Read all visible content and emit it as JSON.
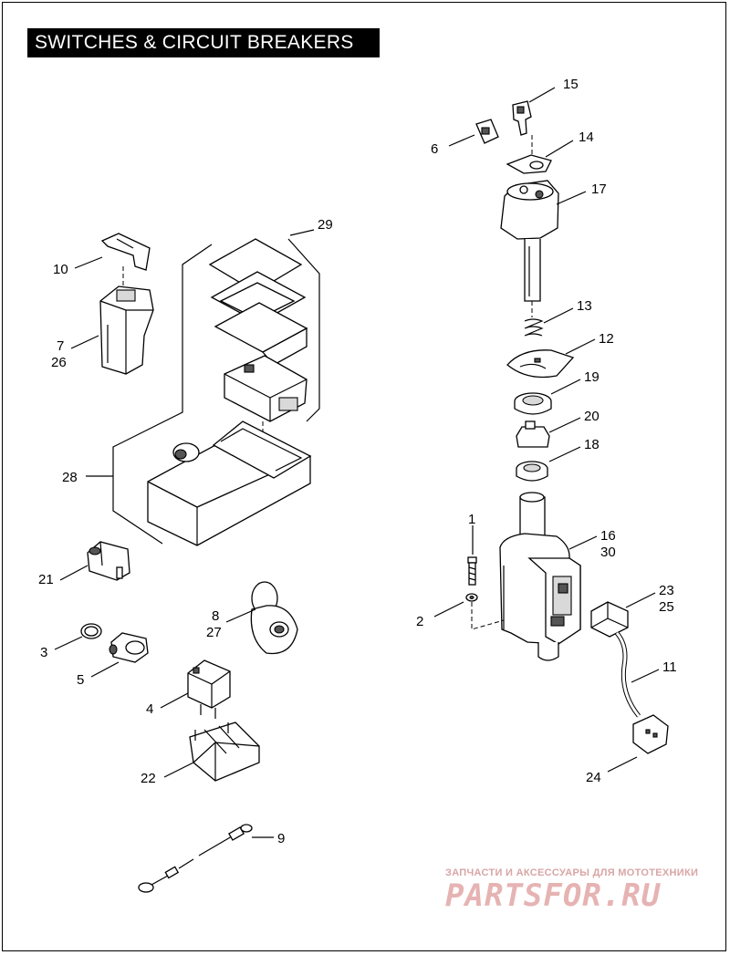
{
  "title": "SWITCHES & CIRCUIT BREAKERS",
  "callouts": {
    "c1": "1",
    "c2": "2",
    "c3": "3",
    "c4": "4",
    "c5": "5",
    "c6": "6",
    "c7": "7",
    "c26": "26",
    "c8": "8",
    "c27": "27",
    "c9": "9",
    "c10": "10",
    "c11": "11",
    "c12": "12",
    "c13": "13",
    "c14": "14",
    "c15": "15",
    "c16": "16",
    "c30": "30",
    "c17": "17",
    "c18": "18",
    "c19": "19",
    "c20": "20",
    "c21": "21",
    "c22": "22",
    "c23": "23",
    "c25": "25",
    "c24": "24",
    "c28": "28",
    "c29": "29"
  },
  "watermark": {
    "tagline": "ЗАПЧАСТИ И АКСЕССУАРЫ ДЛЯ МОТОТЕХНИКИ",
    "brand": "PARTSFOR.RU"
  }
}
